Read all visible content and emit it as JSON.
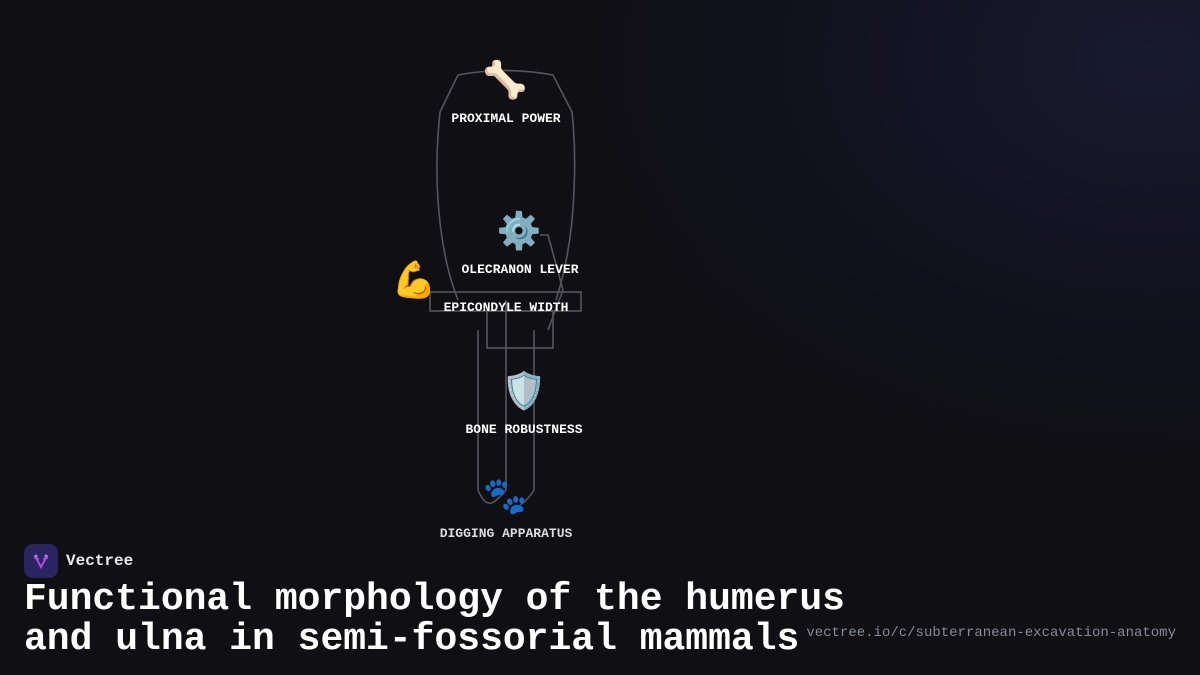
{
  "diagram": {
    "labels": [
      {
        "id": "proximal-power",
        "text": "PROXIMAL POWER",
        "icon": "bone-icon",
        "emoji": "🦴"
      },
      {
        "id": "olecranon-lever",
        "text": "OLECRANON LEVER",
        "icon": "gear-icon",
        "emoji": "⚙️"
      },
      {
        "id": "epicondyle-width",
        "text": "EPICONDYLE WIDTH",
        "icon": "flexed-biceps-icon",
        "emoji": "💪"
      },
      {
        "id": "bone-robustness",
        "text": "BONE ROBUSTNESS",
        "icon": "shield-icon",
        "emoji": "🛡️"
      },
      {
        "id": "digging-apparatus",
        "text": "DIGGING APPARATUS",
        "icon": "paw-prints-icon",
        "emoji": "🐾"
      }
    ]
  },
  "brand": {
    "name": "Vectree",
    "accent": "#2a2560"
  },
  "title": {
    "line1": "Functional morphology of the humerus",
    "line2": "and ulna in semi-fossorial mammals"
  },
  "url": "vectree.io/c/subterranean-excavation-anatomy"
}
